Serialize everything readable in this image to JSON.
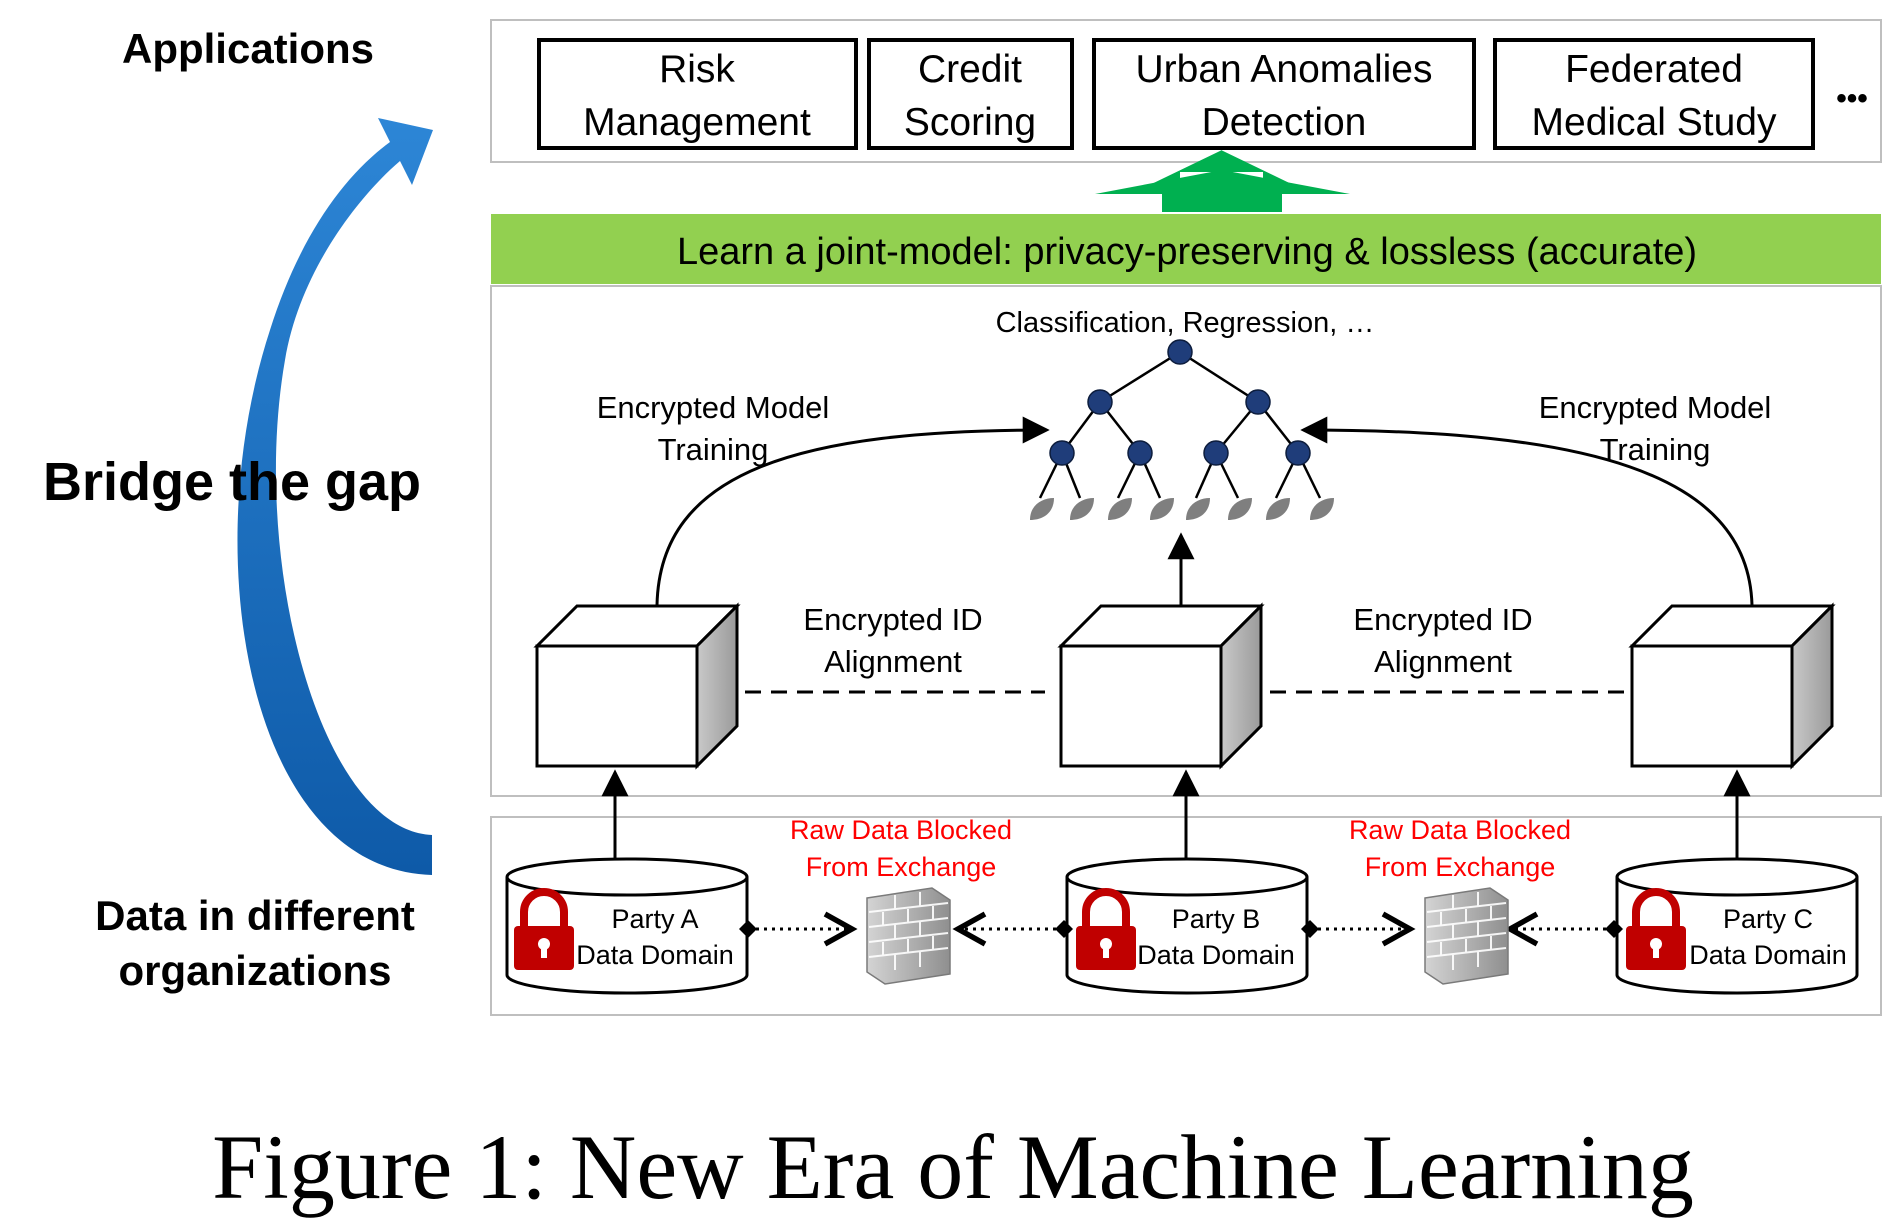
{
  "left_labels": {
    "applications": "Applications",
    "bridge": "Bridge the gap",
    "data_line1": "Data in different",
    "data_line2": "organizations"
  },
  "applications": [
    {
      "line1": "Risk",
      "line2": "Management"
    },
    {
      "line1": "Credit",
      "line2": "Scoring"
    },
    {
      "line1": "Urban Anomalies",
      "line2": "Detection"
    },
    {
      "line1": "Federated",
      "line2": "Medical Study"
    }
  ],
  "more_indicator": "•••",
  "banner": "Learn a joint-model: privacy-preserving & lossless (accurate)",
  "model_caption": "Classification, Regression, …",
  "training_label": {
    "line1": "Encrypted Model",
    "line2": "Training"
  },
  "alignment_label": {
    "line1": "Encrypted ID",
    "line2": "Alignment"
  },
  "blocked_label": {
    "line1": "Raw Data Blocked",
    "line2": "From Exchange"
  },
  "parties": [
    {
      "line1": "Party A",
      "line2": "Data Domain"
    },
    {
      "line1": "Party B",
      "line2": "Data Domain"
    },
    {
      "line1": "Party C",
      "line2": "Data Domain"
    }
  ],
  "caption": "Figure 1: New Era of Machine Learning",
  "colors": {
    "arrow_blue": "#1672c4",
    "banner_green": "#92d050",
    "up_arrow_green": "#00b050",
    "tree_node": "#1f3d7a",
    "leaf_gray": "#7f7f7f",
    "lock_red": "#c00000",
    "blocked_red": "#ff0000",
    "panel_border": "#bfbfbf"
  }
}
